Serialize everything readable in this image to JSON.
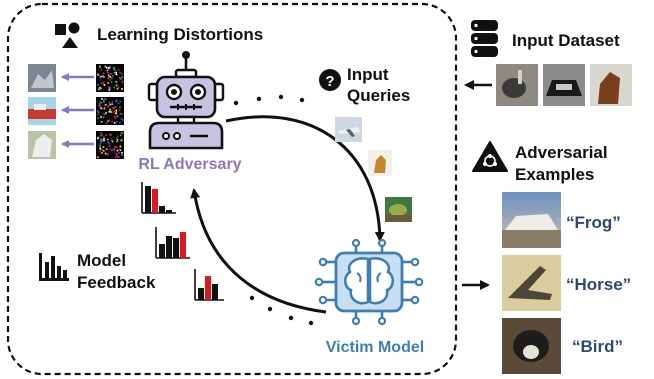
{
  "learning_distortions": {
    "title": "Learning Distortions",
    "icon": "shapes-icon"
  },
  "input_dataset": {
    "title": "Input Dataset",
    "icon": "database-icon"
  },
  "input_queries": {
    "line1": "Input",
    "line2": "Queries",
    "icon": "question-mark-icon"
  },
  "adversarial_examples": {
    "line1": "Adversarial",
    "line2": "Examples",
    "icon": "biohazard-icon",
    "labels": [
      "“Frog”",
      "“Horse”",
      "“Bird”"
    ]
  },
  "model_feedback": {
    "line1": "Model",
    "line2": "Feedback",
    "icon": "bar-chart-icon"
  },
  "rl_adversary": {
    "label": "RL Adversary",
    "icon": "robot-icon"
  },
  "victim_model": {
    "label": "Victim Model",
    "icon": "brain-chip-icon"
  },
  "colors": {
    "adversary": "#8a76c4",
    "victim": "#3d7fb5",
    "example_label": "#2e4a73",
    "bar_red": "#e0181e",
    "bar_black": "#111111",
    "arrow_purple": "#8a76c4"
  }
}
